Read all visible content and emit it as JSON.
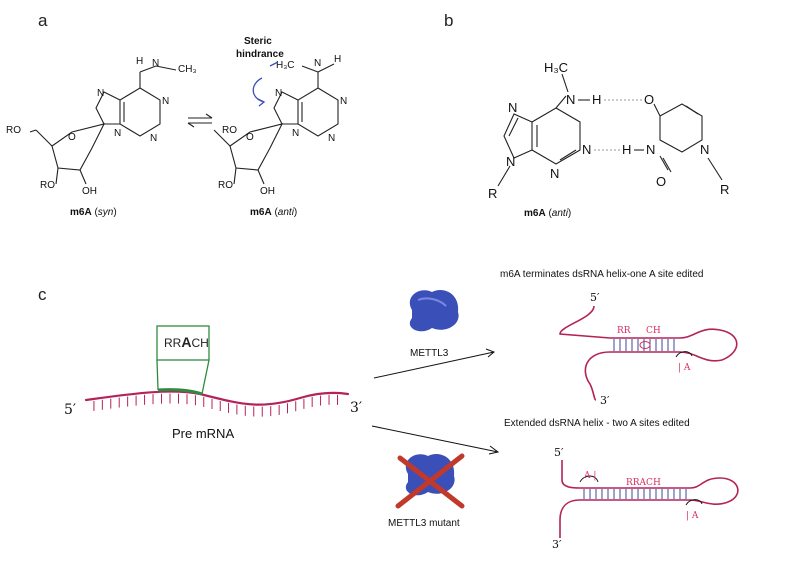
{
  "panels": {
    "a": {
      "letter": "a",
      "syn_label_bold": "m6A",
      "syn_label_italic": "syn",
      "anti_label_bold": "m6A",
      "anti_label_italic": "anti",
      "steric_line1": "Steric",
      "steric_line2": "hindrance",
      "methyl_h3c": "H3C",
      "atoms": {
        "N": "N",
        "H": "H",
        "RO": "RO",
        "OH": "OH",
        "O": "O"
      }
    },
    "b": {
      "letter": "b",
      "label_bold": "m6A",
      "label_italic": "anti",
      "atoms": {
        "H3C": "H3C",
        "N": "N",
        "H": "H",
        "O": "O",
        "R": "R"
      }
    },
    "c": {
      "letter": "c",
      "motif": {
        "pre": "RR",
        "site": "A",
        "post": "CH"
      },
      "pre_mrna_label": "Pre mRNA",
      "five_prime": "5′",
      "three_prime": "3′",
      "enzyme_label": "METTL3",
      "mutant_label": "METTL3 mutant",
      "top_title": "m6A terminates dsRNA helix-one A site edited",
      "bottom_title": "Extended dsRNA helix - two A sites edited",
      "top_seq_left": "RR",
      "top_seq_right": "CH",
      "edit_letter": "A",
      "bottom_seq": "RRACH"
    }
  },
  "colors": {
    "rna": "#b3235a",
    "motif_box": "#2e8b3e",
    "enzyme": "#3b4fb8",
    "cross": "#c0392b",
    "hbond": "#999999"
  }
}
